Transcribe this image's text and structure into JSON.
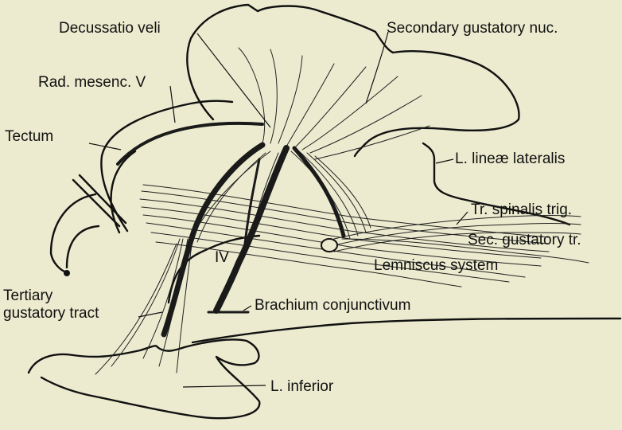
{
  "figure": {
    "labels": {
      "decussatio_veli": "Decussatio veli",
      "secondary_gustatory_nuc": "Secondary gustatory  nuc.",
      "rad_mesenc": "Rad. mesenc. V",
      "tectum": "Tectum",
      "l_lineae_lateralis": "L. lineæ lateralis",
      "tr_spinalis_trig": "Tr. spinalis trig.",
      "iv": "IV",
      "sec_gustatory_tr": "Sec. gustatory tr.",
      "lemniscus_system": "Lemniscus system",
      "tertiary_line1": "Tertiary",
      "tertiary_line2": "gustatory tract",
      "brachium_conjunctivum": "Brachium conjunctivum",
      "l_inferior": "L. inferior"
    }
  }
}
